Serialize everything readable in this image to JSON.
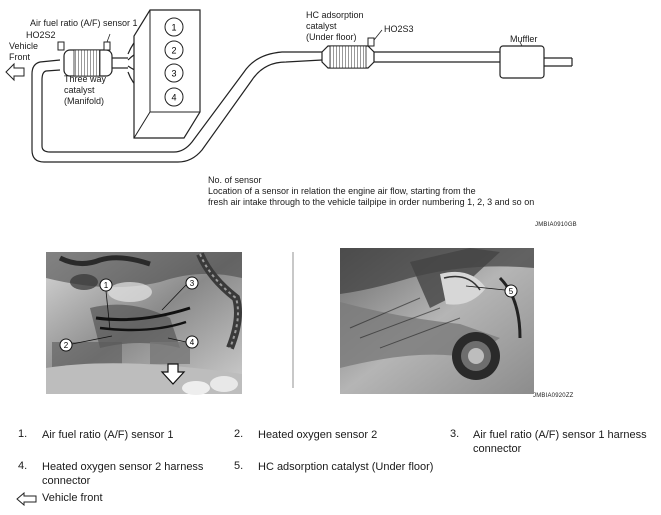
{
  "top_diagram": {
    "labels": {
      "af_sensor_1": "Air fuel ratio (A/F) sensor 1",
      "ho2s2": "HO2S2",
      "vehicle": "Vehicle",
      "front": "Front",
      "three_way_1": "Three way",
      "three_way_2": "catalyst",
      "three_way_3": "(Manifold)",
      "hc_1": "HC adsorption",
      "hc_2": "catalyst",
      "hc_3": "(Under floor)",
      "ho2s3": "HO2S3",
      "muffler": "Muffler"
    },
    "cylinders": [
      "1",
      "2",
      "3",
      "4"
    ],
    "note": {
      "line1": "No. of sensor",
      "line2": "Location of a sensor in relation the engine air flow, starting from the",
      "line3": "fresh air intake through to the vehicle tailpipe in order numbering 1, 2, 3 and so on"
    },
    "code": "JMBIA0910GB"
  },
  "photos": {
    "left_callouts": [
      "1",
      "2",
      "3",
      "4"
    ],
    "right_callouts": [
      "5"
    ],
    "code": "JMBIA0920ZZ"
  },
  "legend": {
    "items": [
      {
        "num": "1.",
        "text1": "Air fuel ratio (A/F) sensor 1",
        "text2": ""
      },
      {
        "num": "2.",
        "text1": "Heated oxygen sensor 2",
        "text2": ""
      },
      {
        "num": "3.",
        "text1": "Air fuel ratio (A/F) sensor 1 harness",
        "text2": "connector"
      },
      {
        "num": "4.",
        "text1": "Heated oxygen sensor 2 harness",
        "text2": "connector"
      },
      {
        "num": "5.",
        "text1": "HC adsorption catalyst (Under floor)",
        "text2": ""
      }
    ],
    "vehicle_front": "Vehicle front"
  }
}
